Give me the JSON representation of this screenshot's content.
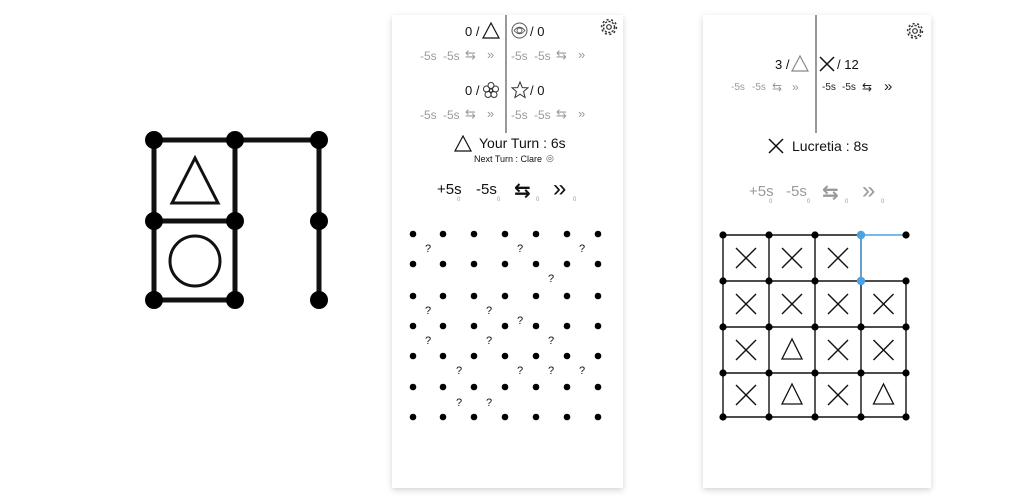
{
  "game_screen_1": {
    "scores": [
      "0 /",
      "/ 0",
      "0 /",
      "/ 0"
    ],
    "powerups_dim": [
      "-5s",
      "-5s",
      "-5s",
      "-5s",
      "-5s",
      "-5s",
      "-5s",
      "-5s"
    ],
    "turn_label": "Your Turn : 6s",
    "next_turn_label": "Next Turn : Clare",
    "powerups_main": [
      "+5s",
      "-5s"
    ],
    "mystery_mark": "?"
  },
  "game_screen_2": {
    "score_left": "3 /",
    "score_right": "/ 12",
    "powerups_dim": [
      "-5s",
      "-5s",
      "-5s",
      "-5s"
    ],
    "turn_label": "Lucretia : 8s",
    "powerups_main": [
      "+5s",
      "-5s"
    ]
  },
  "colors": {
    "accent": "#4aa3e0",
    "line": "#111111",
    "dim": "#9a9a9a"
  }
}
